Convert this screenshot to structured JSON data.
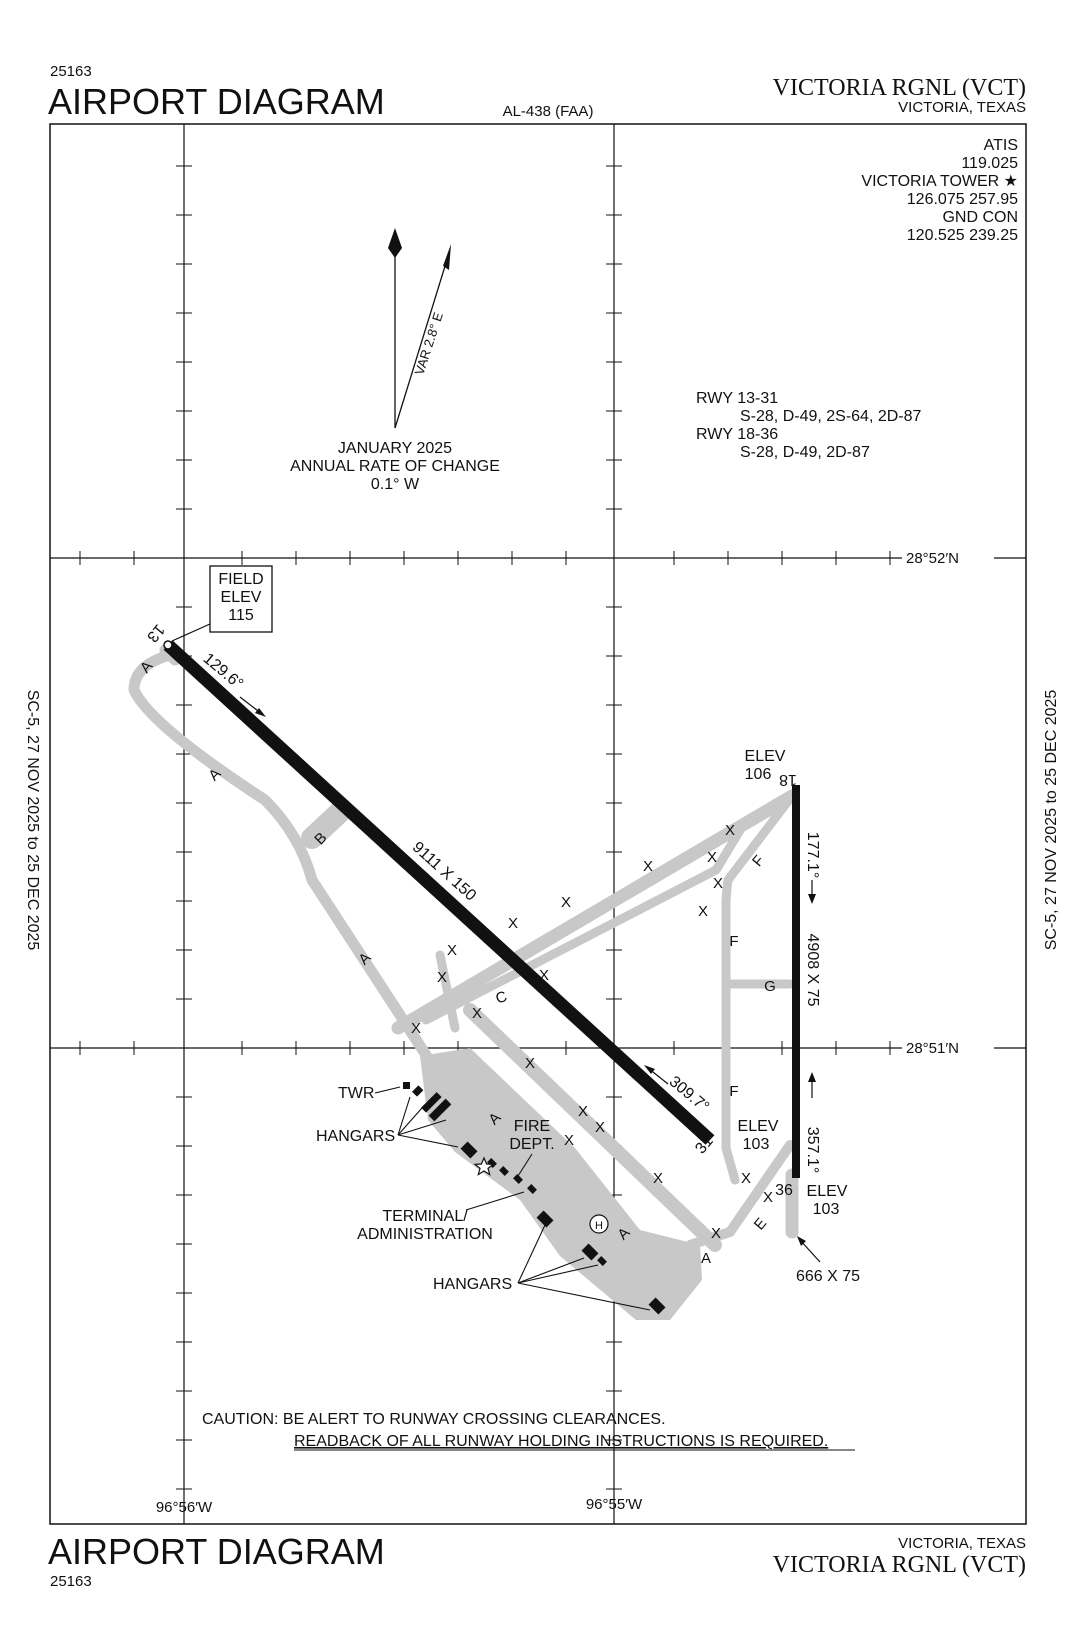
{
  "header": {
    "procedure_number": "25163",
    "title": "AIRPORT DIAGRAM",
    "chart_id": "AL-438 (FAA)",
    "airport_name": "VICTORIA RGNL (VCT)",
    "city_state": "VICTORIA, TEXAS"
  },
  "footer": {
    "procedure_number": "25163",
    "title": "AIRPORT DIAGRAM",
    "airport_name": "VICTORIA RGNL (VCT)",
    "city_state": "VICTORIA, TEXAS"
  },
  "side_notes": {
    "left": "SC-5, 27 NOV 2025 to 25 DEC 2025",
    "right": "SC-5, 27 NOV 2025 to 25 DEC 2025"
  },
  "frequencies": {
    "atis_label": "ATIS",
    "atis": "119.025",
    "tower_label": "VICTORIA TOWER ★",
    "tower": "126.075  257.95",
    "gnd_label": "GND CON",
    "gnd": "120.525  239.25"
  },
  "runway_strength": {
    "rwy1_label": "RWY 13-31",
    "rwy1_values": "S-28, D-49, 2S-64, 2D-87",
    "rwy2_label": "RWY 18-36",
    "rwy2_values": "S-28, D-49, 2D-87"
  },
  "magnetic": {
    "variation": "VAR 2.8° E",
    "date": "JANUARY 2025",
    "rate_label": "ANNUAL RATE OF CHANGE",
    "rate": "0.1° W"
  },
  "coordinates": {
    "lat_north": "28°52′N",
    "lat_south": "28°51′N",
    "lon_west": "96°56′W",
    "lon_east": "96°55′W"
  },
  "field_elevation": {
    "line1": "FIELD",
    "line2": "ELEV",
    "value": "115"
  },
  "runways": {
    "rwy13_label": "13",
    "rwy31_label": "31",
    "rwy18_label": "18",
    "rwy36_label": "36",
    "rwy13_31_dims": "9111 X 150",
    "rwy18_36_dims": "4908 X 75",
    "heading_13": "129.6°",
    "heading_31": "309.7°",
    "heading_18": "177.1°",
    "heading_36": "357.1°",
    "elev_18_label": "ELEV",
    "elev_18": "106",
    "elev_31_label": "ELEV",
    "elev_31": "103",
    "elev_36_label": "ELEV",
    "elev_36": "103",
    "overrun_dims": "666 X 75"
  },
  "taxiways": {
    "a": "A",
    "b": "B",
    "c": "C",
    "e": "E",
    "f": "F",
    "g": "G",
    "closed": "X"
  },
  "facilities": {
    "twr": "TWR",
    "hangars_1": "HANGARS",
    "fire_1": "FIRE",
    "fire_2": "DEPT.",
    "terminal_1": "TERMINAL/",
    "terminal_2": "ADMINISTRATION",
    "hangars_2": "HANGARS",
    "heliport": "H"
  },
  "caution": {
    "line1": "CAUTION:  BE ALERT TO RUNWAY CROSSING CLEARANCES.",
    "line2": "READBACK OF ALL RUNWAY HOLDING INSTRUCTIONS IS REQUIRED."
  }
}
